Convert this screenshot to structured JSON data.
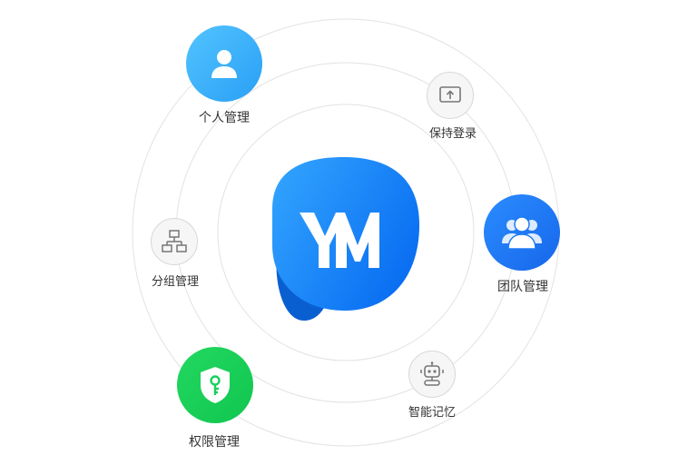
{
  "colors": {
    "orbit": "#e2e2e2",
    "accent_blue": "#1e88ff",
    "accent_green": "#16d15a",
    "label_text": "#333333"
  },
  "logo": {
    "text": "YM",
    "icon": "ym-logo-icon"
  },
  "features": [
    {
      "id": "personal",
      "label": "个人管理",
      "icon": "user-icon"
    },
    {
      "id": "keep-login",
      "label": "保持登录",
      "icon": "upload-screen-icon"
    },
    {
      "id": "team",
      "label": "团队管理",
      "icon": "team-icon"
    },
    {
      "id": "memory",
      "label": "智能记忆",
      "icon": "robot-icon"
    },
    {
      "id": "permission",
      "label": "权限管理",
      "icon": "shield-key-icon"
    },
    {
      "id": "group",
      "label": "分组管理",
      "icon": "org-chart-icon"
    }
  ]
}
